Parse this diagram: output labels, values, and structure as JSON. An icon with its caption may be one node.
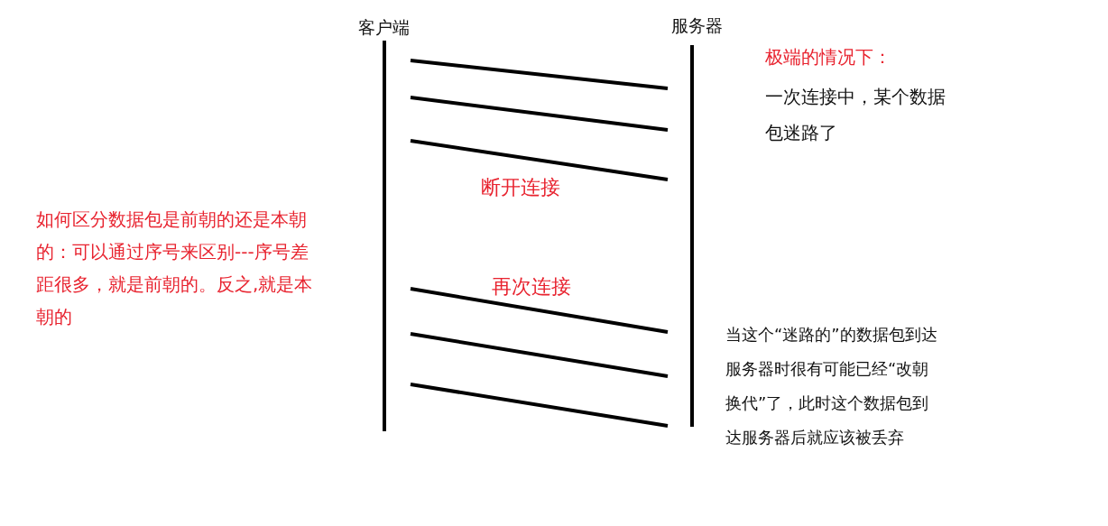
{
  "diagram": {
    "nodes": [
      {
        "text": [
          "客户端"
        ]
      },
      {
        "text": [
          "服务器"
        ]
      }
    ],
    "edges": [
      {
        "from": 0,
        "to": 1,
        "arrow": "none"
      },
      {
        "from": 0,
        "to": 1,
        "arrow": "none"
      },
      {
        "from": 0,
        "to": 1,
        "arrow": "none"
      },
      {
        "from": 0,
        "to": 1,
        "arrow": "none"
      },
      {
        "from": 0,
        "to": 1,
        "arrow": "none"
      },
      {
        "from": 0,
        "to": 1,
        "arrow": "none"
      }
    ],
    "labels": [
      "极端的情况下：",
      "一次连接中，某个数据包迷路了",
      "断开连接",
      "如何区分数据包是前朝的还是本朝的：可以通过序号来区别---序号差距很多，就是前朝的。反之,就是本朝的",
      "再次连接",
      "当这个“迷路的”的数据包到达服务器时很有可能已经“改朝换代”了，此时这个数据包到达服务器后就应该被丢弃"
    ]
  }
}
